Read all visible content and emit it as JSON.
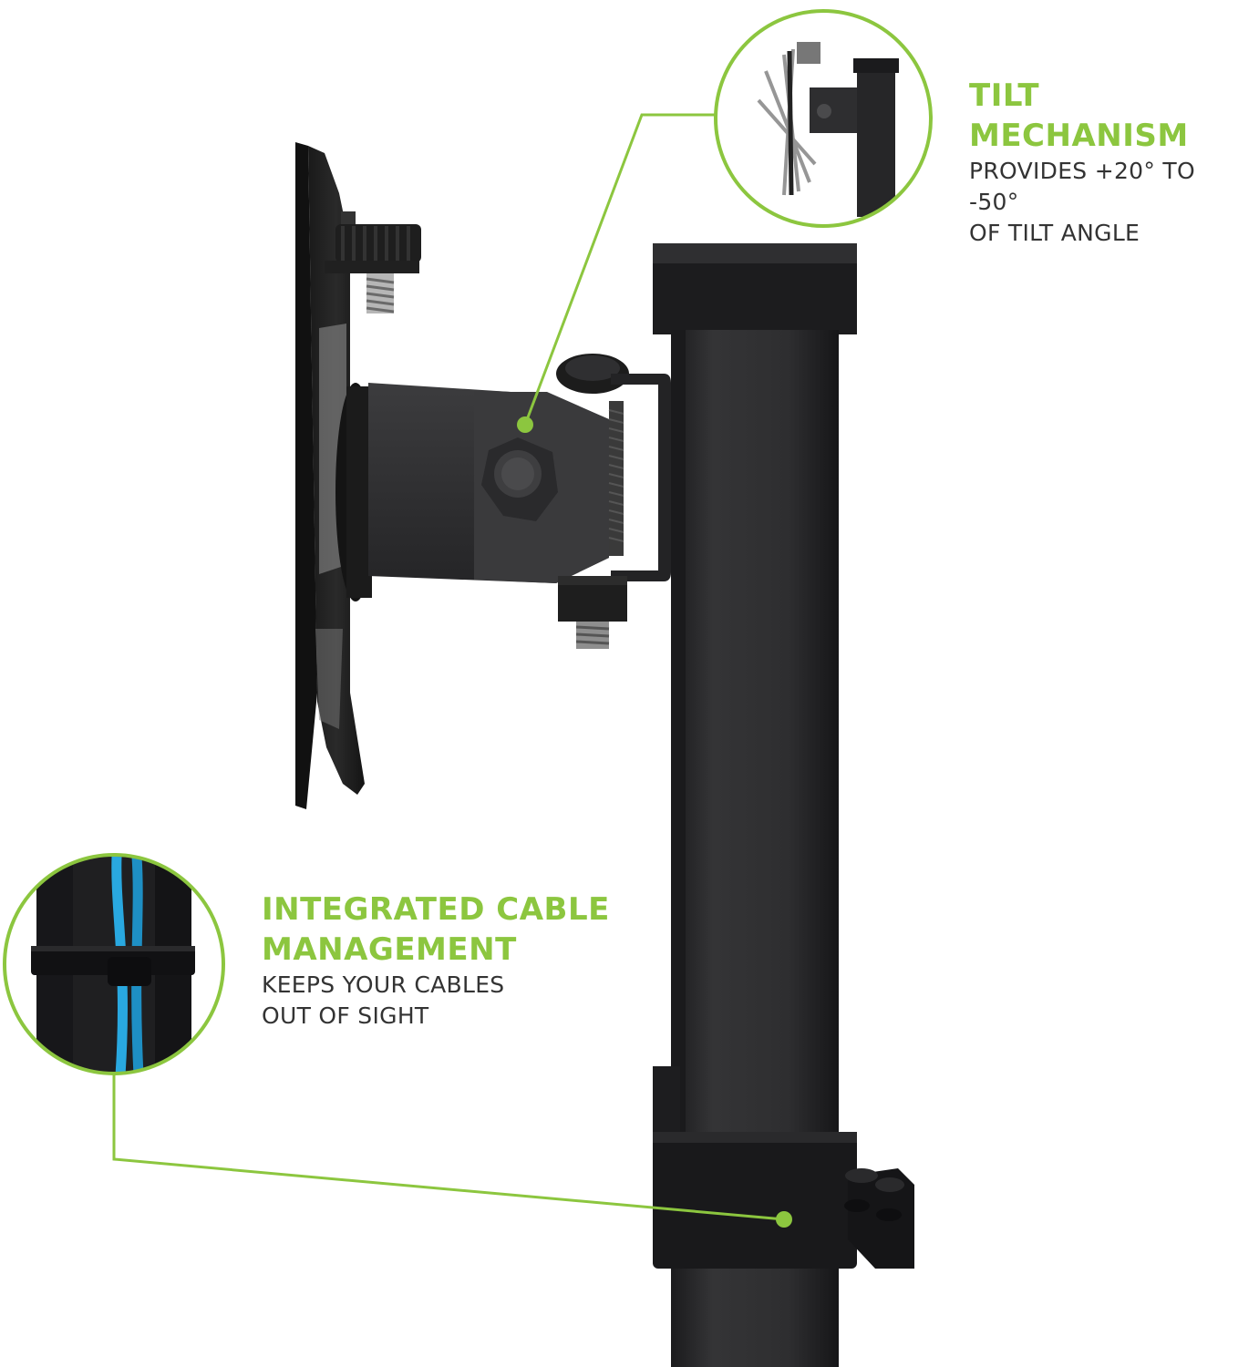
{
  "accent_color": "#8cc63f",
  "callouts": {
    "tilt": {
      "heading": "TILT MECHANISM",
      "desc_lines": [
        "PROVIDES +20° TO -50°",
        "OF TILT ANGLE"
      ],
      "inset_image": "tilt-mechanism-closeup"
    },
    "cable": {
      "heading_lines": [
        "INTEGRATED CABLE",
        "MANAGEMENT"
      ],
      "desc_lines": [
        "KEEPS YOUR CABLES",
        "OUT OF SIGHT"
      ],
      "inset_image": "cable-management-closeup"
    }
  },
  "product": {
    "description": "Monitor mount pole with tilt bracket and VESA plate",
    "pole_color": "#2b2b2d",
    "cable_color": "#29a8e0"
  }
}
